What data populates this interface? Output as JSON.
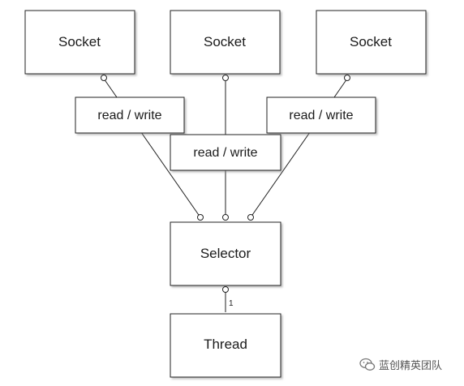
{
  "nodes": {
    "socket_left": "Socket",
    "socket_center": "Socket",
    "socket_right": "Socket",
    "rw_left": "read / write",
    "rw_center": "read / write",
    "rw_right": "read / write",
    "selector": "Selector",
    "thread": "Thread"
  },
  "connector": {
    "selector_thread_multiplicity": "1"
  },
  "watermark": {
    "text": "蓝创精英团队",
    "icon": "wechat-icon"
  }
}
